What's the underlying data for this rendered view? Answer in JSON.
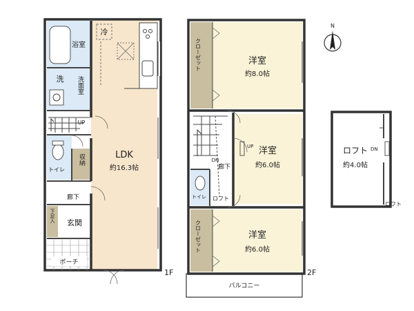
{
  "floor1": {
    "level": "1F",
    "ldk": {
      "name": "LDK",
      "area": "約16.3帖"
    },
    "bath": "浴室",
    "washroom": "洗面室",
    "washer": "洗",
    "fridge": "冷",
    "stairs_up": "UP",
    "toilet": "トイレ",
    "storage": "収納",
    "hallway": "廊下",
    "shoe_storage": "下足入",
    "entrance": "玄関",
    "porch": "ポーチ"
  },
  "floor2": {
    "level": "2F",
    "room_top": {
      "name": "洋室",
      "area": "約8.0帖"
    },
    "room_mid": {
      "name": "洋室",
      "area": "約6.0帖"
    },
    "room_bottom": {
      "name": "洋室",
      "area": "約6.0帖"
    },
    "closet_top": "クローゼット",
    "closet_bottom": "クローゼット",
    "hallway": "廊下",
    "dn": "DN",
    "up": "UP",
    "toilet": "トイレ",
    "loft_ladder": "ロフト",
    "balcony": "バルコニー"
  },
  "loft": {
    "name": "ロフト",
    "area": "約4.0帖",
    "dn": "DN",
    "label": "ロフト"
  },
  "compass": {
    "north": "N"
  },
  "colors": {
    "ldk": "#f7e6cc",
    "room": "#fbf3d8",
    "wet": "#dbeaf6",
    "storage": "#c9bfa0",
    "wall": "#333333"
  }
}
